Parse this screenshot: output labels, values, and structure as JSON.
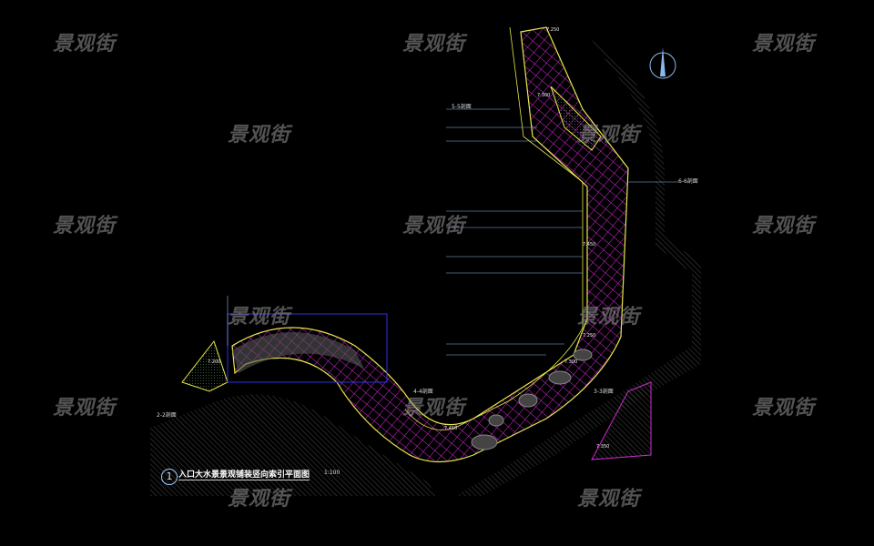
{
  "watermark": "景观街",
  "drawing": {
    "title": "入口大水景景观铺装竖向索引平面图",
    "scale": "1:100",
    "number": "1"
  },
  "section_labels": [
    "5-5剖面",
    "4-4剖面",
    "6-6剖面",
    "3-3剖面",
    "2-2剖面"
  ],
  "elevations": [
    "7.250",
    "7.300",
    "7.450",
    "7.250",
    "7.300",
    "7.350",
    "7.450",
    "7.200"
  ],
  "colors": {
    "paving_grid": "#d02ad0",
    "edge": "#e8e84a",
    "hatch": "#777777",
    "leader": "#8ab8e8",
    "frame": "#3030e0"
  }
}
